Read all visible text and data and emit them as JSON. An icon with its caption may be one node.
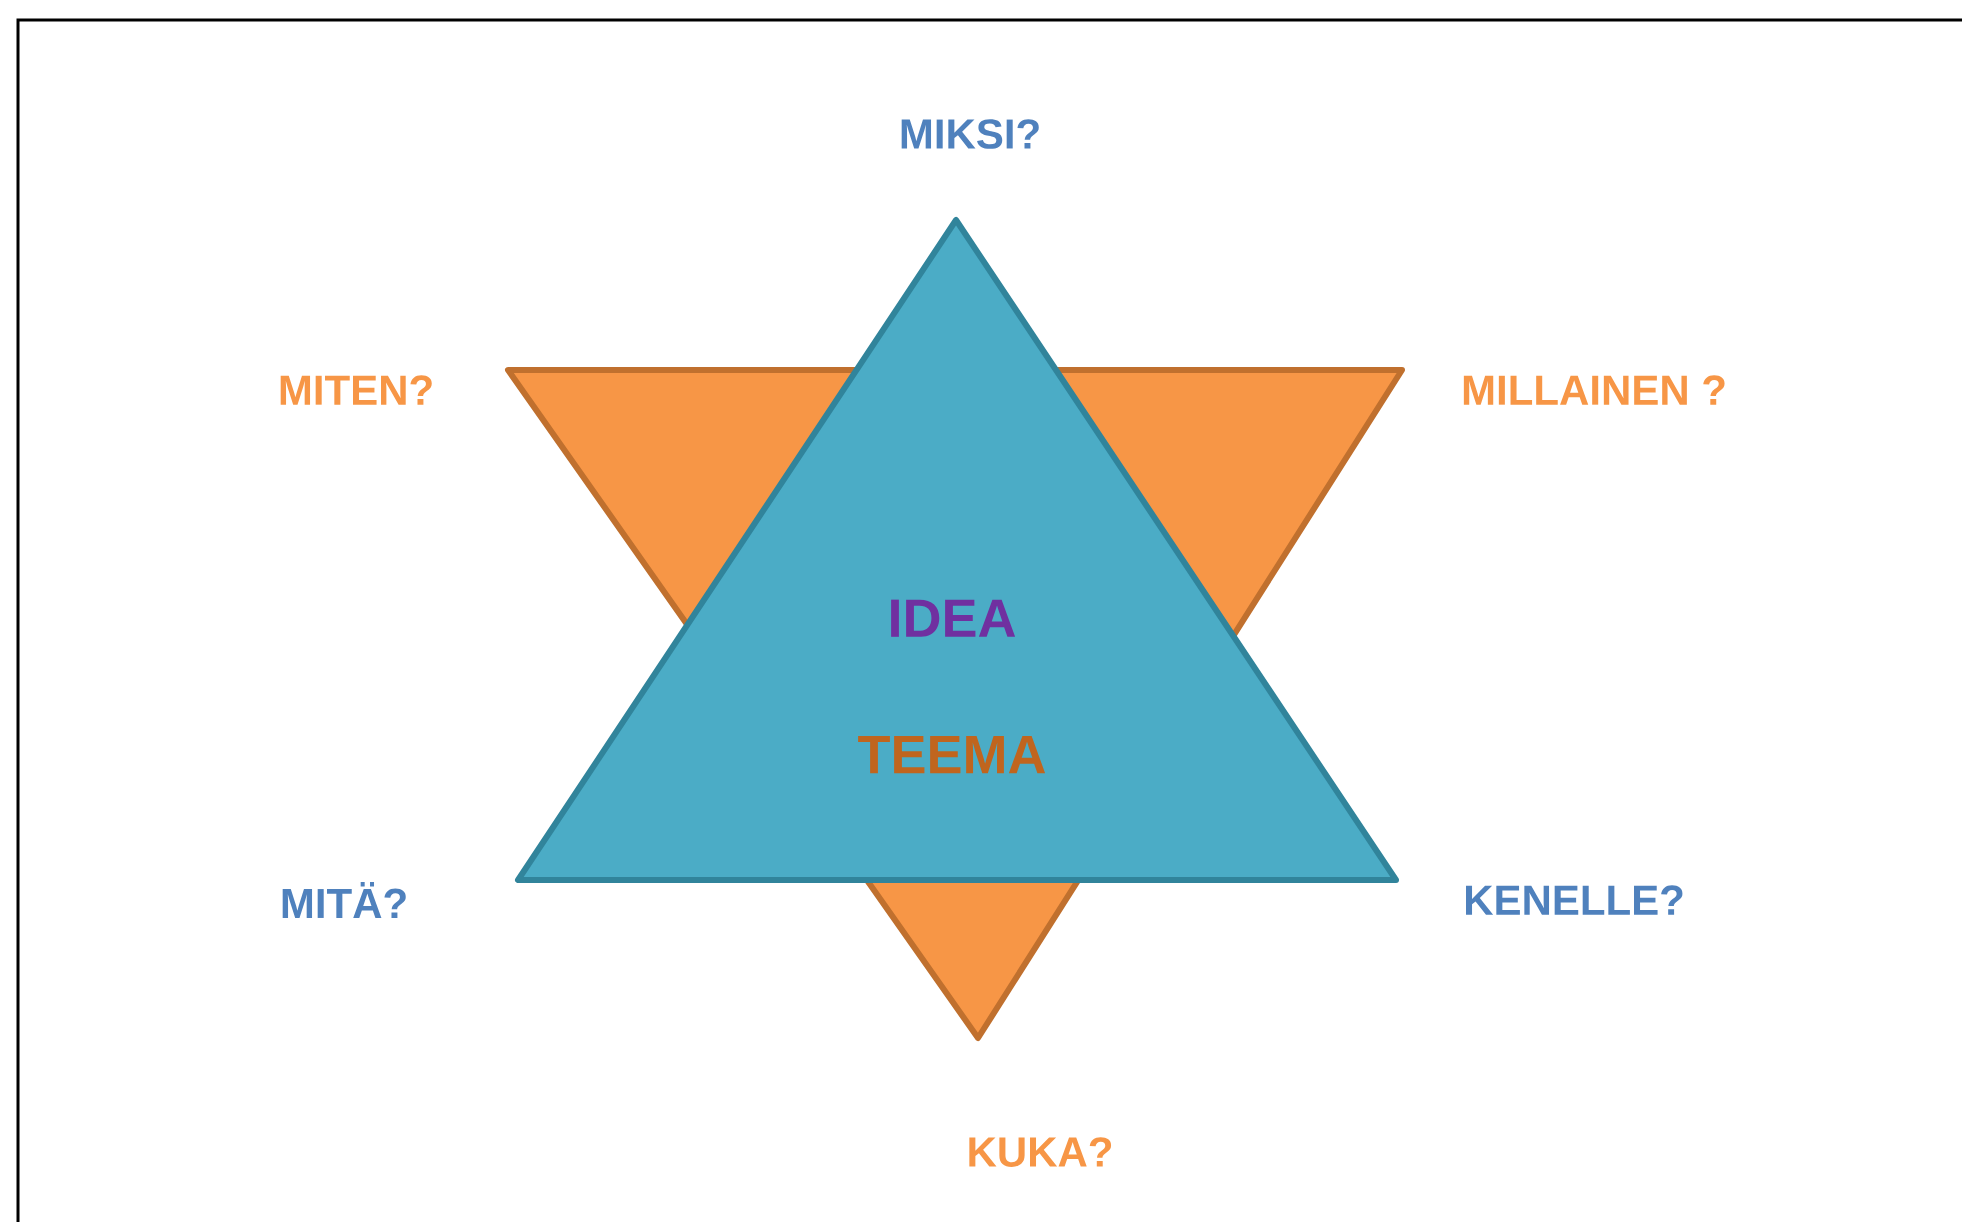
{
  "diagram": {
    "nodes": [
      {
        "text": [],
        "shape": "triangle"
      },
      {
        "text": [
          "IDEA",
          "TEEMA"
        ]
      }
    ],
    "edges": [],
    "labels": [
      "MIKSI?",
      "MITEN?",
      "MILLAINEN ?",
      "MITÄ?",
      "KENELLE?",
      "KUKA?"
    ]
  }
}
